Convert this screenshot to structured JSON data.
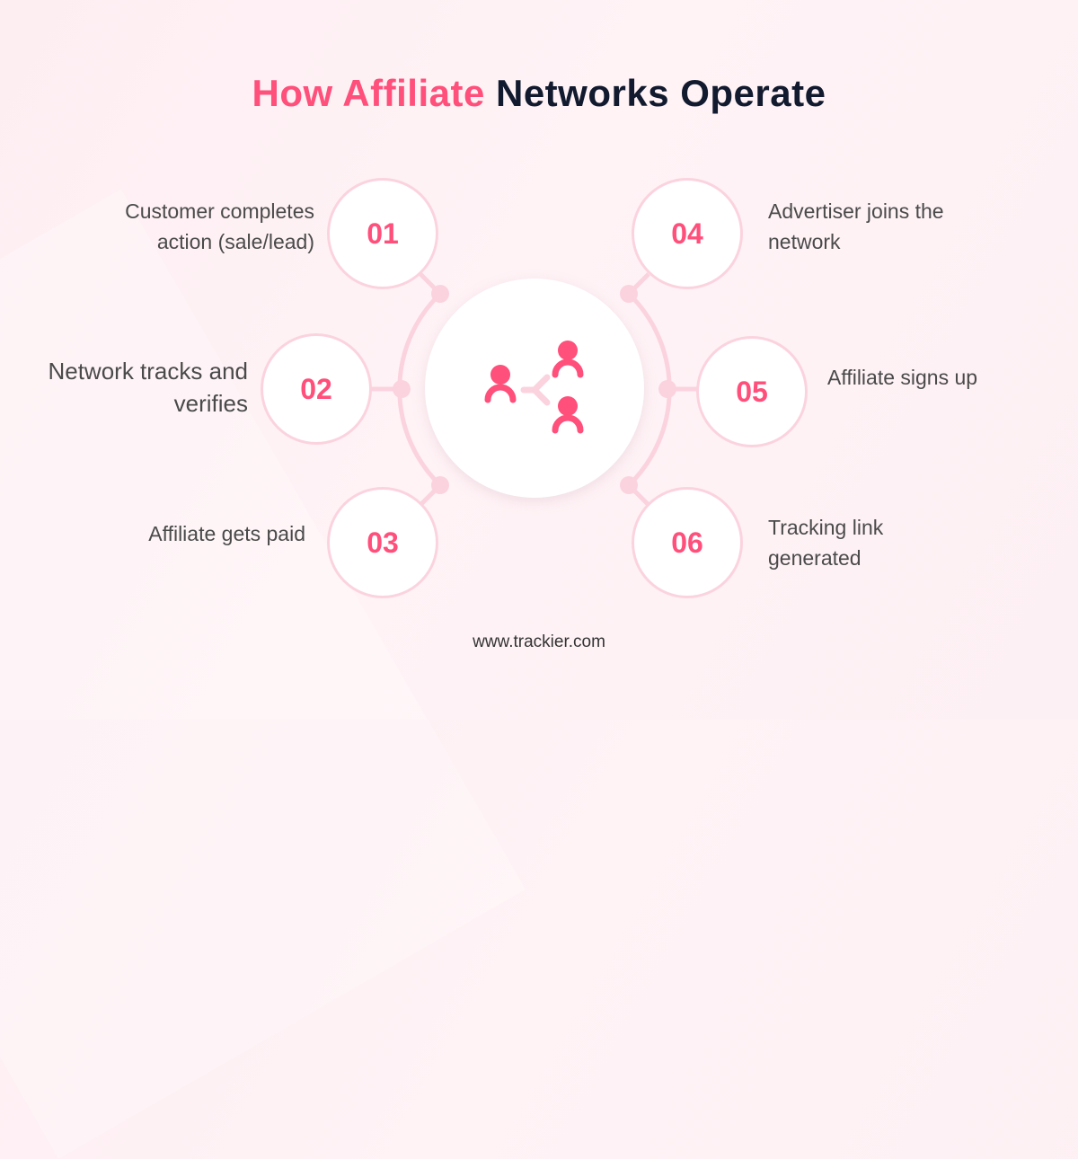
{
  "title": {
    "part1": "How Affiliate",
    "part2": "Networks Operate"
  },
  "steps": [
    {
      "number": "01",
      "label": "Customer completes action (sale/lead)"
    },
    {
      "number": "02",
      "label": "Network tracks and verifies"
    },
    {
      "number": "03",
      "label": "Affiliate gets paid"
    },
    {
      "number": "04",
      "label": "Advertiser joins the network"
    },
    {
      "number": "05",
      "label": "Affiliate signs up"
    },
    {
      "number": "06",
      "label": "Tracking link generated"
    }
  ],
  "footer": "www.trackier.com",
  "colors": {
    "accent": "#ff4f7b",
    "dark": "#111a2e",
    "ring": "#fbd3df"
  }
}
